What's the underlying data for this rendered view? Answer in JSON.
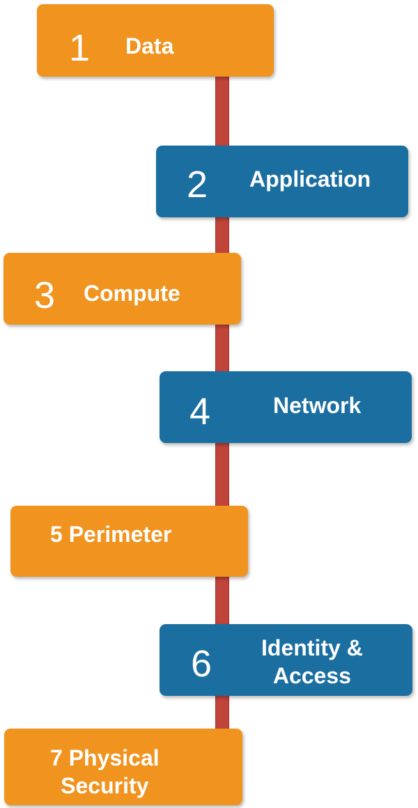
{
  "colors": {
    "orange": "#f0931f",
    "blue": "#1a6ea0",
    "connector": "#c0443a"
  },
  "layers": [
    {
      "number": "1",
      "label": "Data",
      "color": "orange"
    },
    {
      "number": "2",
      "label": "Application",
      "color": "blue"
    },
    {
      "number": "3",
      "label": "Compute",
      "color": "orange"
    },
    {
      "number": "4",
      "label": "Network",
      "color": "blue"
    },
    {
      "number": "",
      "label": "5 Perimeter",
      "color": "orange"
    },
    {
      "number": "6",
      "label": "Identity &\nAccess",
      "color": "blue"
    },
    {
      "number": "",
      "label": "7 Physical\nSecurity",
      "color": "orange"
    }
  ]
}
